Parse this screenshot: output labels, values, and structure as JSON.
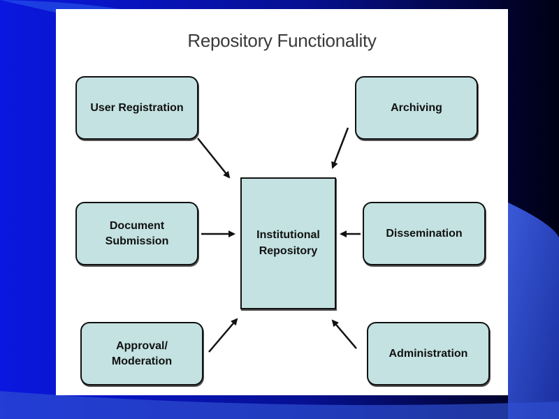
{
  "title": "Repository Functionality",
  "center": {
    "label": "Institutional\nRepository"
  },
  "nodes": [
    {
      "label": "User Registration"
    },
    {
      "label": "Archiving"
    },
    {
      "label": "Document\nSubmission"
    },
    {
      "label": "Dissemination"
    },
    {
      "label": "Approval/\nModeration"
    },
    {
      "label": "Administration"
    }
  ],
  "colors": {
    "node_fill": "#c3e2e1",
    "background_blue": "#0a16d8",
    "background_dark": "#000016"
  }
}
